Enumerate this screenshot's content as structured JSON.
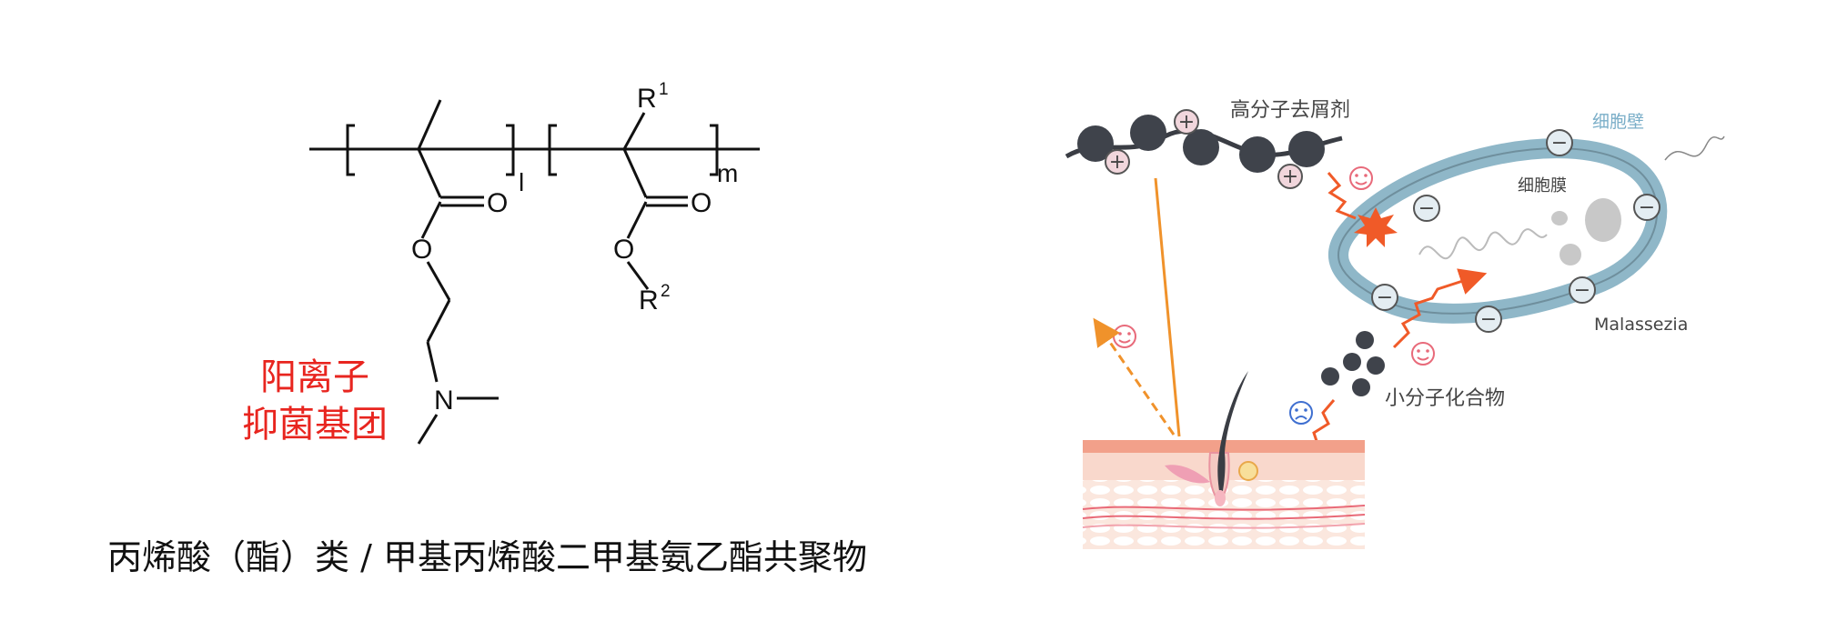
{
  "chem": {
    "atom_o": "O",
    "atom_n": "N",
    "r1": "R",
    "r1_sup": "1",
    "r2": "R",
    "r2_sup": "2",
    "sub_l": "l",
    "sub_m": "m",
    "group_line1": "阳离子",
    "group_line2": "抑菌基团"
  },
  "caption": "丙烯酸（酯）类 / 甲基丙烯酸二甲基氨乙酯共聚物",
  "diagram": {
    "polymer_label": "高分子去屑剂",
    "cell_wall_label": "细胞壁",
    "cell_membrane_label": "细胞膜",
    "organism_label": "Malassezia",
    "small_molecule_label": "小分子化合物",
    "plus_sign": "+",
    "minus_sign": "−"
  },
  "colors": {
    "red_text": "#e8251f",
    "cell_wall": "#8fb7c8",
    "orange_arrow": "#f0922b",
    "red_orange": "#f05a28",
    "happy_pink": "#e86a7a",
    "sad_blue": "#3f6fd0",
    "skin": "#f6d9cc"
  }
}
